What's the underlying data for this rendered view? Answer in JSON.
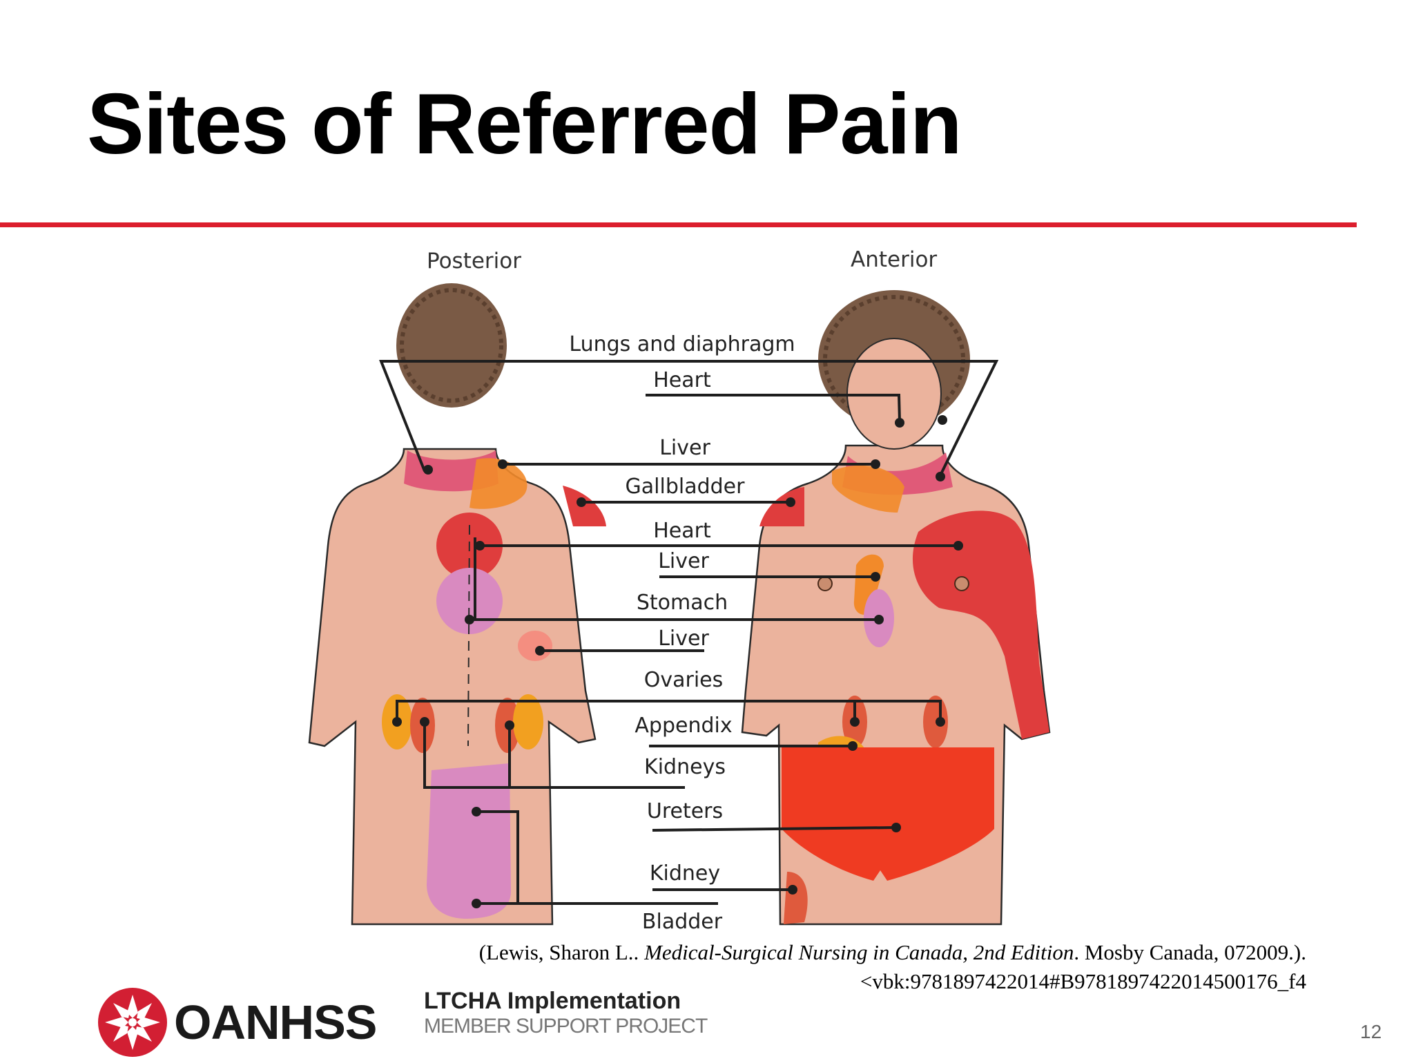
{
  "slide": {
    "title": "Sites of Referred Pain",
    "page_number": "12",
    "accent_color": "#dc1e2d"
  },
  "diagram": {
    "views": {
      "posterior": "Posterior",
      "anterior": "Anterior"
    },
    "labels": {
      "lungs_diaphragm": "Lungs and diaphragm",
      "heart_top": "Heart",
      "liver_1": "Liver",
      "gallbladder": "Gallbladder",
      "heart_2": "Heart",
      "liver_2": "Liver",
      "stomach": "Stomach",
      "liver_3": "Liver",
      "ovaries": "Ovaries",
      "appendix": "Appendix",
      "kidneys": "Kidneys",
      "ureters": "Ureters",
      "kidney": "Kidney",
      "bladder": "Bladder"
    },
    "colors": {
      "skin": "#ebb39d",
      "hair": "#7a5a45",
      "pink": "#e05a78",
      "orange": "#f28a2a",
      "red": "#df3d3d",
      "purple": "#d98ac0",
      "bright_red": "#ef3b22",
      "salmon": "#f48e80"
    }
  },
  "citation": {
    "prefix": "(Lewis, Sharon L.. ",
    "book": "Medical-Surgical Nursing in Canada, 2nd Edition",
    "suffix": ". Mosby Canada, 072009.).",
    "line2": "<vbk:9781897422014#B9781897422014500176_f4"
  },
  "logos": {
    "oanhss": "OANHSS",
    "ltcha_main": "LTCHA Implementation",
    "ltcha_sub": "MEMBER SUPPORT PROJECT"
  }
}
